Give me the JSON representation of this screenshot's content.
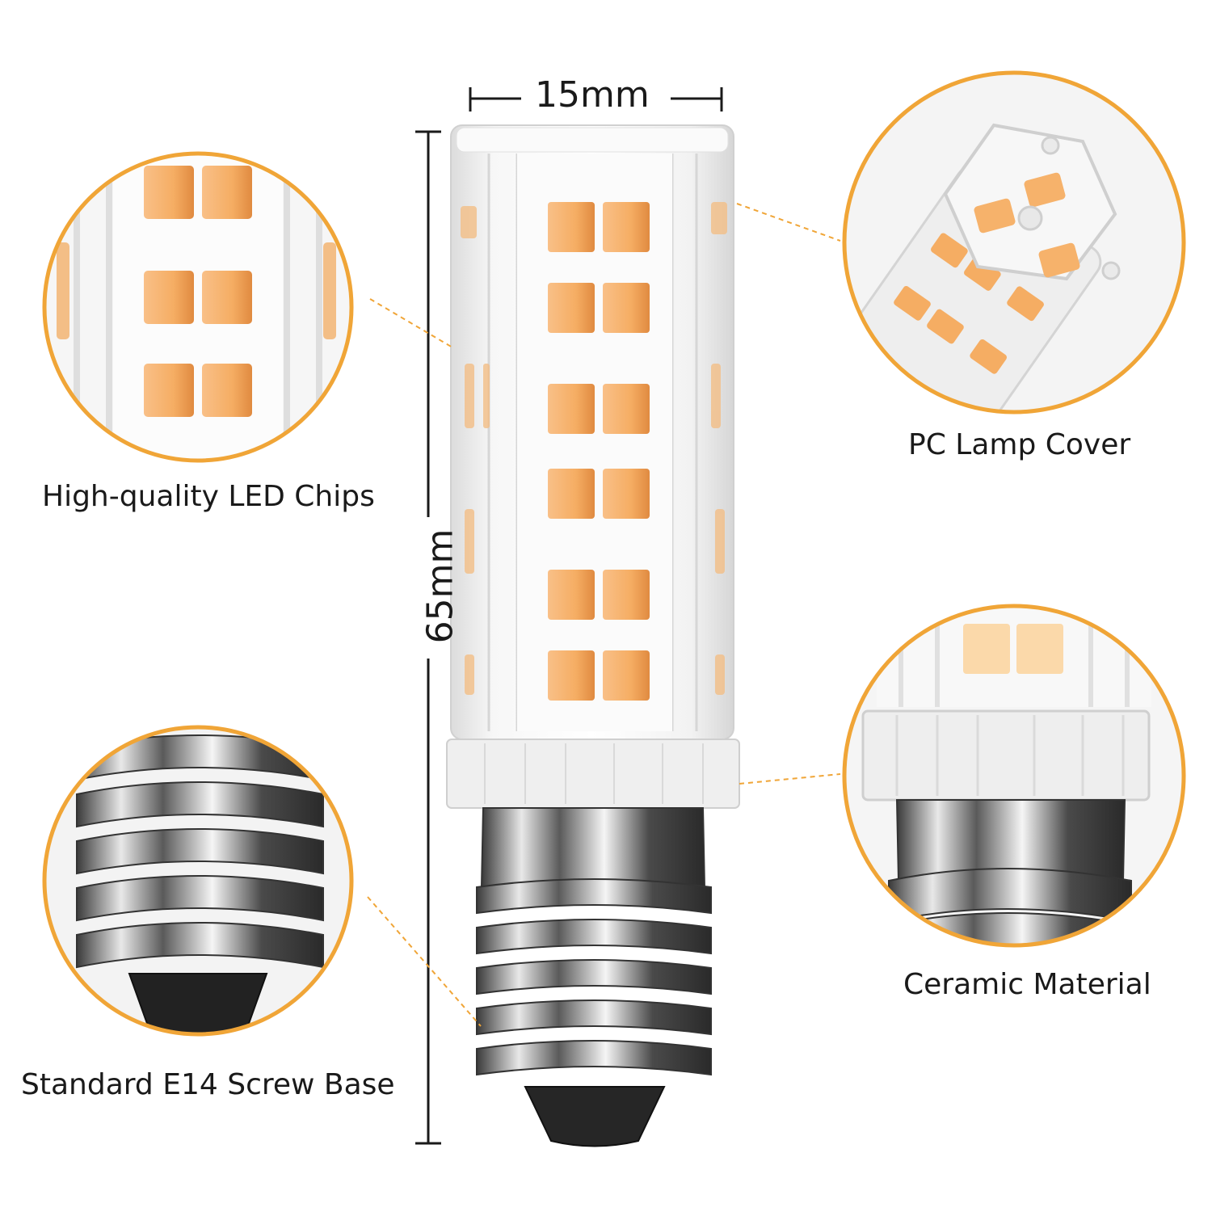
{
  "dimensions": {
    "width_label": "15mm",
    "height_label": "65mm"
  },
  "callouts": {
    "led_chips": "High-quality LED Chips",
    "lamp_cover": "PC Lamp Cover",
    "ceramic": "Ceramic Material",
    "screw_base": "Standard E14 Screw Base"
  },
  "colors": {
    "accent_orange": "#f0a537",
    "led_amber": "#f7b36a",
    "led_amber_dark": "#e8934a",
    "cover_white": "#f3f3f3",
    "ceramic_white": "#eeeeee",
    "metal_dark": "#2b2b2b",
    "metal_light": "#d9d9d9"
  }
}
